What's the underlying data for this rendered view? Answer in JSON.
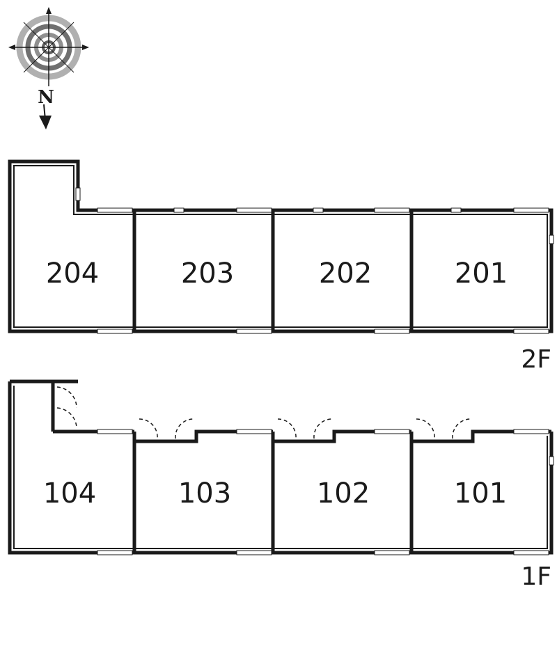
{
  "compass": {
    "north_label": "N",
    "ring_outer_color": "#b0b0b0",
    "ring_inner_color": "#707070"
  },
  "floors": [
    {
      "label": "2F",
      "rooms": [
        "204",
        "203",
        "202",
        "201"
      ]
    },
    {
      "label": "1F",
      "rooms": [
        "104",
        "103",
        "102",
        "101"
      ]
    }
  ],
  "colors": {
    "wall": "#1a1a1a",
    "background": "#ffffff"
  }
}
